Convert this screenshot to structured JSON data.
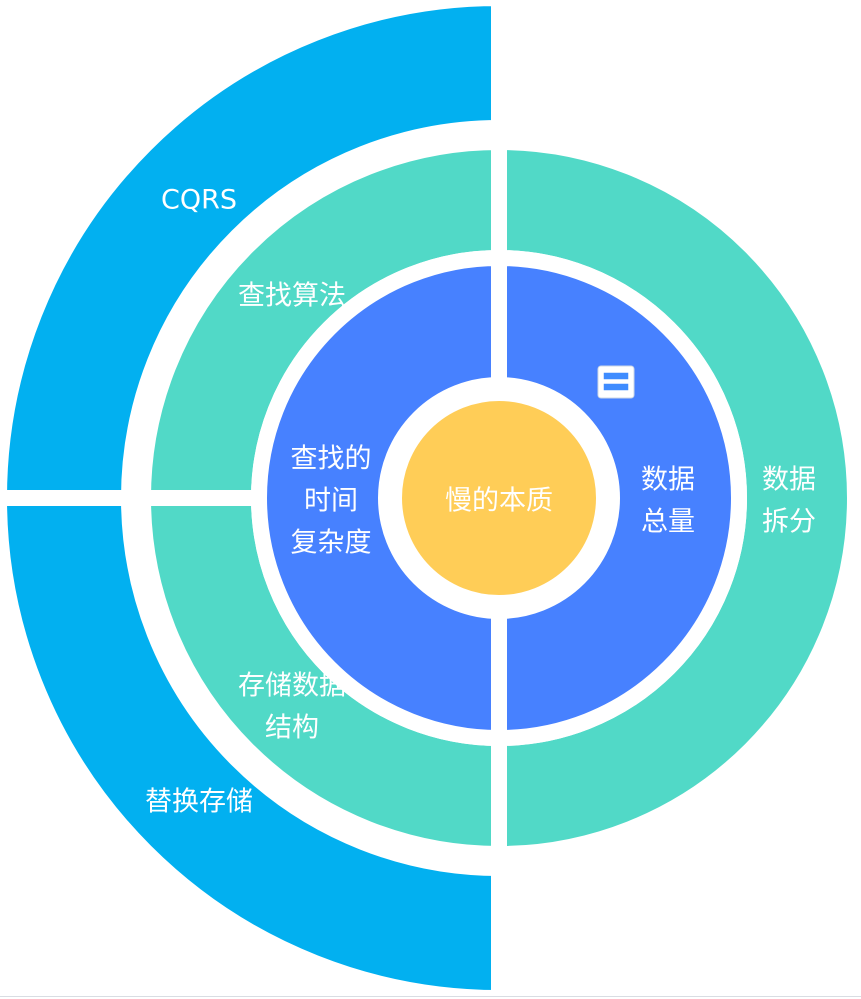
{
  "diagram": {
    "colors": {
      "center": "#FFCD57",
      "inner": "#4781FF",
      "middle": "#51D9C7",
      "outer": "#02B0F0",
      "gap": "#FFFFFF",
      "text": "#FFFFFF"
    },
    "center": {
      "label": "慢的本质"
    },
    "inner": [
      {
        "key": "left",
        "lines": [
          "查找的",
          "时间",
          "复杂度"
        ]
      },
      {
        "key": "right",
        "lines": [
          "数据",
          "总量"
        ]
      }
    ],
    "middle": [
      {
        "key": "top-left",
        "lines": [
          "查找算法"
        ]
      },
      {
        "key": "bottom-left",
        "lines": [
          "存储数据",
          "结构"
        ]
      },
      {
        "key": "right",
        "lines": [
          "数据",
          "拆分"
        ]
      }
    ],
    "outer": [
      {
        "key": "top",
        "lines": [
          "CQRS"
        ]
      },
      {
        "key": "bottom",
        "lines": [
          "替换存储"
        ]
      }
    ],
    "widget": {
      "icon": "list-widget-icon"
    }
  }
}
